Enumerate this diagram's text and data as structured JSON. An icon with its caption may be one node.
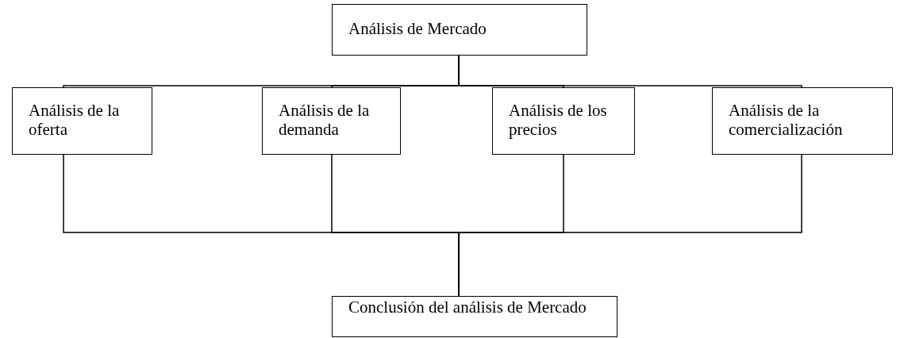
{
  "diagram": {
    "nodes": [
      {
        "text": [
          "Análisis de Mercado"
        ]
      },
      {
        "text": [
          "Análisis de la oferta"
        ]
      },
      {
        "text": [
          "Análisis de la demanda"
        ]
      },
      {
        "text": [
          "Análisis de los precios"
        ]
      },
      {
        "text": [
          "Análisis de la comercialización"
        ]
      },
      {
        "text": [
          "Conclusión del análisis de Mercado"
        ]
      }
    ],
    "edges": [
      {
        "from": 0,
        "to": 1,
        "arrow": "none"
      },
      {
        "from": 0,
        "to": 2,
        "arrow": "none"
      },
      {
        "from": 0,
        "to": 3,
        "arrow": "none"
      },
      {
        "from": 0,
        "to": 4,
        "arrow": "none"
      },
      {
        "from": 1,
        "to": 5,
        "arrow": "none"
      },
      {
        "from": 2,
        "to": 5,
        "arrow": "none"
      },
      {
        "from": 3,
        "to": 5,
        "arrow": "none"
      },
      {
        "from": 4,
        "to": 5,
        "arrow": "none"
      }
    ]
  }
}
